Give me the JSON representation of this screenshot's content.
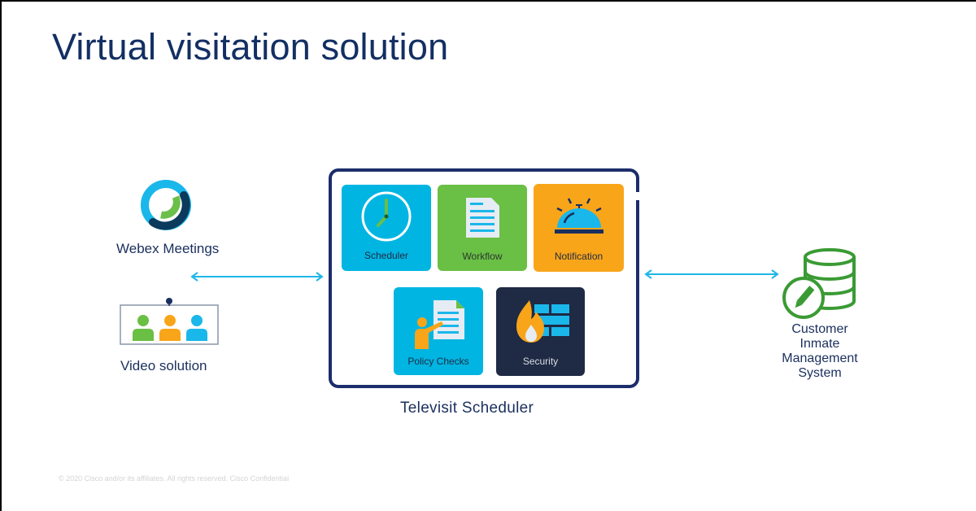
{
  "slide": {
    "title": "Virtual visitation solution",
    "footer": "© 2020 Cisco and/or its affiliates. All rights reserved. Cisco Confidential"
  },
  "left_nodes": {
    "webex": {
      "label": "Webex Meetings",
      "icon": "webex-logo-icon"
    },
    "video": {
      "label": "Video solution",
      "icon": "video-conference-icon"
    }
  },
  "scheduler": {
    "caption": "Televisit Scheduler",
    "border_color": "#1c2d6b",
    "tiles": [
      {
        "label": "Scheduler",
        "icon": "clock-icon",
        "color": "#00b5e2"
      },
      {
        "label": "Workflow",
        "icon": "document-icon",
        "color": "#6abf45"
      },
      {
        "label": "Notification",
        "icon": "service-bell-icon",
        "color": "#f9a51a"
      },
      {
        "label": "Policy Checks",
        "icon": "presenter-document-icon",
        "color": "#00b5e2"
      },
      {
        "label": "Security",
        "icon": "firewall-flame-icon",
        "color": "#1f2a44"
      }
    ]
  },
  "right_node": {
    "label_lines": [
      "Customer",
      "Inmate",
      "Management",
      "System"
    ],
    "icon": "database-edit-icon",
    "color": "#3a9b34"
  },
  "connectors": [
    {
      "from": "left_nodes",
      "to": "scheduler",
      "type": "bidirectional-arrow",
      "color": "#1fb6e8"
    },
    {
      "from": "scheduler",
      "to": "right_node",
      "type": "bidirectional-arrow",
      "color": "#1fb6e8"
    }
  ]
}
